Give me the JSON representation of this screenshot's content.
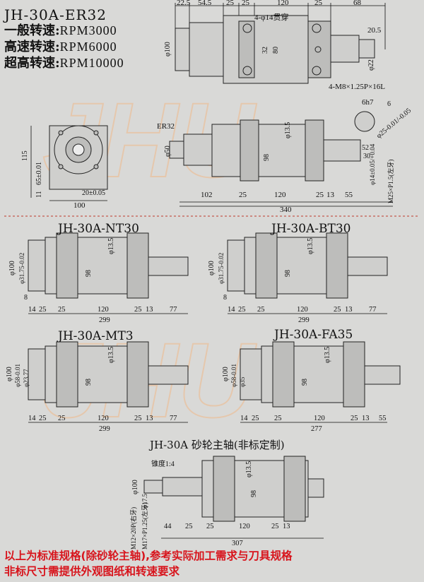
{
  "header": {
    "model": "JH-30A-ER32",
    "speeds": [
      {
        "label": "一般转速:",
        "value": "RPM3000"
      },
      {
        "label": "高速转速:",
        "value": "RPM6000"
      },
      {
        "label": "超高转速:",
        "value": "RPM10000"
      }
    ]
  },
  "watermark": "JHU",
  "top_view": {
    "dims_top": [
      "22.5",
      "54.5",
      "25",
      "25",
      "120",
      "25",
      "68"
    ],
    "hole_note": "4-φ14贯穿",
    "thread_note": "4-M8×1.25P×16L",
    "d100": "φ100",
    "d32": "32",
    "d80": "80",
    "d22": "φ22",
    "d205": "20.5"
  },
  "end_view": {
    "d115": "115",
    "d65": "65±0.01",
    "d11": "11",
    "d20": "20±0.05",
    "d100": "100"
  },
  "side_view": {
    "collet": "ER32",
    "d50": "φ50",
    "d135": "φ13.5",
    "d98": "98",
    "key": "6h7",
    "d6": "6",
    "d25": "φ25-0.01/-0.05",
    "d52": "52",
    "d30": "30",
    "d14": "φ14±0.05/+0.04",
    "thread": "M25×P1.5(左牙)",
    "dims_bottom": [
      "102",
      "25",
      "120",
      "25",
      "13",
      "55"
    ],
    "total": "340"
  },
  "variants": [
    {
      "name": "JH-30A-NT30",
      "d100": "φ100",
      "d_inner": "φ31.75-0.02",
      "d135": "φ13.5",
      "d98": "98",
      "d8": "8",
      "dims": [
        "14",
        "25",
        "25",
        "120",
        "25",
        "13",
        "77"
      ],
      "total": "299"
    },
    {
      "name": "JH-30A-BT30",
      "d100": "φ100",
      "d_inner": "φ31.75-0.02",
      "d135": "φ13.5",
      "d98": "98",
      "d8": "8",
      "dims": [
        "14",
        "25",
        "25",
        "120",
        "25",
        "13",
        "77"
      ],
      "total": "299"
    },
    {
      "name": "JH-30A-MT3",
      "d100": "φ100",
      "d_inner": "φ58-0.01",
      "d_inner2": "φ23.77",
      "d135": "φ13.5",
      "d98": "98",
      "dims": [
        "14",
        "25",
        "25",
        "120",
        "25",
        "13",
        "77"
      ],
      "total": "299"
    },
    {
      "name": "JH-30A-FA35",
      "d100": "φ100",
      "d_inner": "φ58-0.01",
      "d_inner2": "φ35",
      "d135": "φ13.5",
      "d98": "98",
      "dims": [
        "14",
        "25",
        "25",
        "120",
        "25",
        "13",
        "55"
      ],
      "total": "277"
    }
  ],
  "grinder": {
    "name": "JH-30A 砂轮主轴(非标定制)",
    "taper": "锥度1:4",
    "d100": "φ100",
    "d135": "φ13.5",
    "d98": "98",
    "d_shaft": "φ17.5",
    "thread": "M12×20P(右牙)",
    "thread2": "M17×P1.25(左牙)",
    "dims": [
      "44",
      "25",
      "25",
      "120",
      "25",
      "13"
    ],
    "total": "307"
  },
  "footer": {
    "line1": "以上为标准规格(除砂轮主轴),参考实际加工需求与刀具规格",
    "line2": "非标尺寸需提供外观图纸和转速要求"
  },
  "colors": {
    "background": "#d9d9d7",
    "footer_text": "#d8141c",
    "watermark": "#f0b98a",
    "separator": "#c0392b"
  }
}
